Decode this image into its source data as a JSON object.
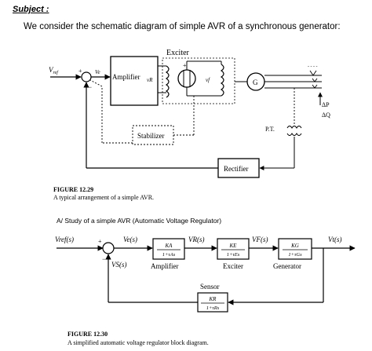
{
  "header": {
    "subject": "Subject :",
    "intro": "We consider the schematic diagram of simple AVR of a synchronous generator:"
  },
  "fig1": {
    "exciter": "Exciter",
    "vref": "V",
    "vref_sub": "ref",
    "ve": "Ve",
    "amplifier": "Amplifier",
    "vr": "vR",
    "vf": "vf",
    "generator": "G",
    "stabilizer": "Stabilizer",
    "rectifier": "Rectifier",
    "pt": "P.T.",
    "dp": "ΔP",
    "dq": "ΔQ",
    "plus": "+",
    "minus": "−",
    "fig_label": "FIGURE 12.29",
    "fig_caption": "A typical arrangement of a simple AVR."
  },
  "section2": {
    "title": "A/ Study  of a simple AVR (Automatic Voltage Regulator)"
  },
  "fig2": {
    "vref_s": "Vref(s)",
    "ve_s": "Ve(s)",
    "vr_s": "VR(s)",
    "vf_s": "VF(s)",
    "vt_s": "Vt(s)",
    "vs_s": "VS(s)",
    "amp_num": "KA",
    "amp_den": "1+τAs",
    "exc_num": "KE",
    "exc_den": "1+τEs",
    "gen_num": "KG",
    "gen_den": "1+τGs",
    "sen_num": "KR",
    "sen_den": "1+τRs",
    "amplifier": "Amplifier",
    "exciter": "Exciter",
    "generator": "Generator",
    "sensor": "Sensor",
    "plus": "+",
    "minus": "−",
    "fig_label": "FIGURE 12.30",
    "fig_caption": "A simplified automatic voltage regulator block diagram."
  }
}
